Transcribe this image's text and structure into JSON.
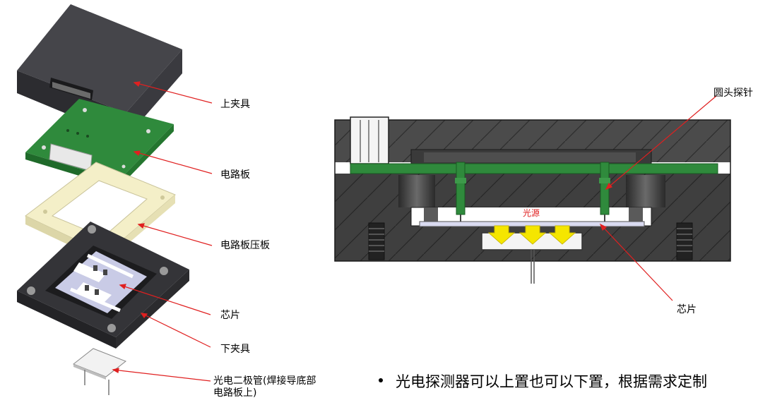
{
  "left_labels": {
    "upper_fixture": "上夹具",
    "circuit_board": "电路板",
    "board_press_plate": "电路板压板",
    "chip": "芯片",
    "lower_fixture": "下夹具",
    "photodiode": "光电二极管(焊接导底部电路板上)"
  },
  "right_labels": {
    "round_probe": "圆头探针",
    "chip": "芯片",
    "light_source": "光源"
  },
  "bullet_text": "光电探测器可以上置也可以下置，根据需求定制",
  "colors": {
    "pcb_green": "#2f8a3c",
    "leader_red": "#e02020",
    "arrow_yellow": "#f5e600",
    "fixture_dark": "#3a3a3e",
    "section_gray": "#4a4a4a"
  }
}
